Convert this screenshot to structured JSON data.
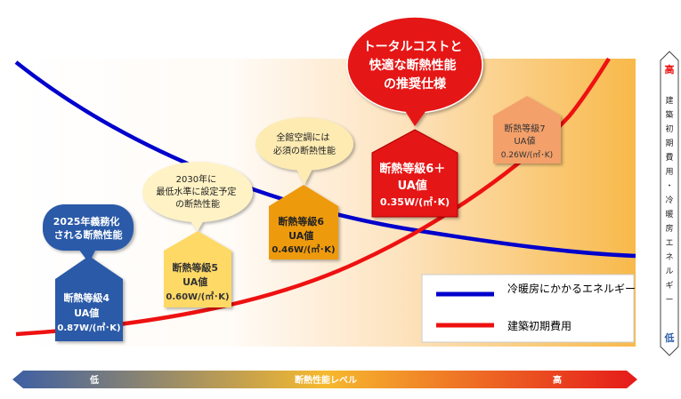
{
  "chart_data": {
    "type": "line",
    "x_axis": {
      "low": "低",
      "title": "断熱性能レベル",
      "high": "高"
    },
    "y_axis": {
      "high": "高",
      "title": "建築初期費用・冷暖房エネルギー",
      "low": "低"
    },
    "series": [
      {
        "name": "冷暖房にかかるエネルギー",
        "color": "#0000cc",
        "trend": "decreasing"
      },
      {
        "name": "建築初期費用",
        "color": "#ee1111",
        "trend": "increasing"
      }
    ],
    "grades": [
      {
        "grade": "断熱等級4",
        "ua_label": "UA値",
        "ua_value": "0.87W/(㎡･K)",
        "note_lines": [
          "2025年義務化",
          "される断熱性能"
        ],
        "color": "#2a5aa8"
      },
      {
        "grade": "断熱等級5",
        "ua_label": "UA値",
        "ua_value": "0.60W/(㎡･K)",
        "note_lines": [
          "2030年に",
          "最低水準に設定予定",
          "の断熱性能"
        ],
        "color": "#ffd966"
      },
      {
        "grade": "断熱等級6",
        "ua_label": "UA値",
        "ua_value": "0.46W/(㎡･K)",
        "note_lines": [
          "全館空調には",
          "必須の断熱性能"
        ],
        "color": "#ee9a10"
      },
      {
        "grade": "断熱等級6＋",
        "ua_label": "UA値",
        "ua_value": "0.35W/(㎡･K)",
        "note_lines": [
          "トータルコストと",
          "快適な断熱性能",
          "の推奨仕様"
        ],
        "color": "#e01515"
      },
      {
        "grade": "断熱等級7",
        "ua_label": "UA値",
        "ua_value": "0.26W/(㎡･K)",
        "note_lines": [],
        "color": "#f3a06b"
      }
    ]
  }
}
